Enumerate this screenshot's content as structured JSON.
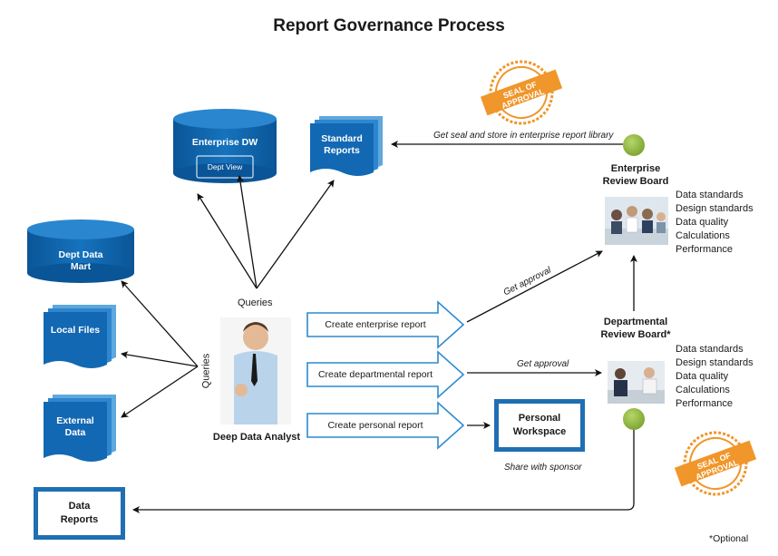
{
  "title": "Report Governance Process",
  "sources": {
    "enterprise_dw": "Enterprise DW",
    "dept_view": "Dept View",
    "standard_reports": "Standard Reports",
    "dept_data_mart": "Dept Data Mart",
    "local_files": "Local Files",
    "external_data": "External Data"
  },
  "analyst": {
    "label": "Deep Data Analyst",
    "queries_top": "Queries",
    "queries_left": "Queries"
  },
  "actions": {
    "create_enterprise": "Create enterprise report",
    "create_departmental": "Create departmental report",
    "create_personal": "Create personal report"
  },
  "flows": {
    "get_seal": "Get seal and store in enterprise report library",
    "get_approval_enterprise": "Get approval",
    "get_approval_departmental": "Get approval",
    "share_with_sponsor": "Share with sponsor"
  },
  "enterprise_board": {
    "title_line1": "Enterprise",
    "title_line2": "Review Board",
    "criteria": [
      "Data standards",
      "Design standards",
      "Data quality",
      "Calculations",
      "Performance"
    ]
  },
  "departmental_board": {
    "title_line1": "Departmental",
    "title_line2": "Review Board*",
    "criteria": [
      "Data standards",
      "Design standards",
      "Data quality",
      "Calculations",
      "Performance"
    ]
  },
  "personal_workspace": {
    "line1": "Personal",
    "line2": "Workspace"
  },
  "data_reports": {
    "line1": "Data",
    "line2": "Reports"
  },
  "seal_text": "SEAL OF APPROVAL",
  "footnote": "*Optional",
  "colors": {
    "blue": "#1f6fb2",
    "dark_blue": "#0b5c9e",
    "green": "#8db63f",
    "seal_orange": "#f0962a"
  }
}
